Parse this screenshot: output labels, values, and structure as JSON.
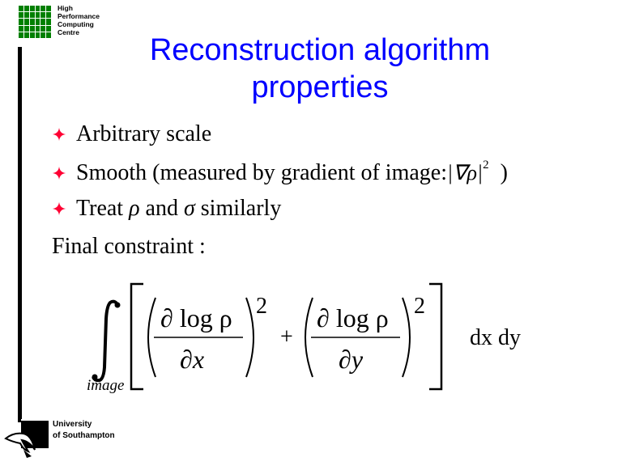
{
  "header": {
    "hpc_logo_lines": [
      "High",
      "Performance",
      "Computing",
      "Centre"
    ],
    "title_line1": "Reconstruction algorithm",
    "title_line2": "properties"
  },
  "bullets": [
    {
      "text": "Arbitrary scale"
    },
    {
      "text": "Smooth (measured by gradient of image:",
      "math": "|∇ρ|",
      "sup": "2",
      "close": ")"
    },
    {
      "pre": "Treat ",
      "rho": "ρ",
      "mid": " and ",
      "sigma": "σ",
      "post": " similarly"
    }
  ],
  "final_constraint": "Final constraint :",
  "formula": {
    "integral_sub": "image",
    "numerator": "∂ log ρ",
    "denominator_x": "∂x",
    "denominator_y": "∂y",
    "exponent": "2",
    "plus": "+",
    "differential": "dx dy"
  },
  "footer": {
    "university_line1": "University",
    "university_line2": "of Southampton"
  },
  "colors": {
    "title": "#0000ff",
    "bullet": "#ff0033",
    "logo_green": "#008000"
  }
}
